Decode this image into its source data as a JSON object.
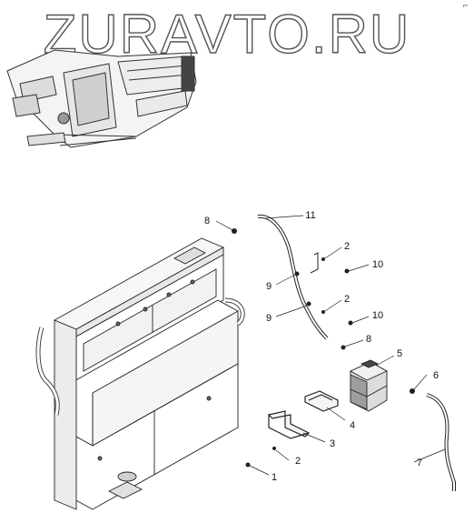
{
  "watermark": {
    "text": "ZURAVTO.RU"
  },
  "corner_mark": "⌐",
  "callouts": [
    {
      "id": "c1",
      "label": "1"
    },
    {
      "id": "c2a",
      "label": "2"
    },
    {
      "id": "c2b",
      "label": "2"
    },
    {
      "id": "c2c",
      "label": "2"
    },
    {
      "id": "c3",
      "label": "3"
    },
    {
      "id": "c4",
      "label": "4"
    },
    {
      "id": "c5",
      "label": "5"
    },
    {
      "id": "c6",
      "label": "6"
    },
    {
      "id": "c7",
      "label": "7"
    },
    {
      "id": "c8a",
      "label": "8"
    },
    {
      "id": "c8b",
      "label": "8"
    },
    {
      "id": "c9a",
      "label": "9"
    },
    {
      "id": "c9b",
      "label": "9"
    },
    {
      "id": "c10a",
      "label": "10"
    },
    {
      "id": "c10b",
      "label": "10"
    },
    {
      "id": "c11",
      "label": "11"
    }
  ],
  "colors": {
    "line": "#222222",
    "watermark_stroke": "#555555",
    "shade": "#bdbdbd"
  }
}
